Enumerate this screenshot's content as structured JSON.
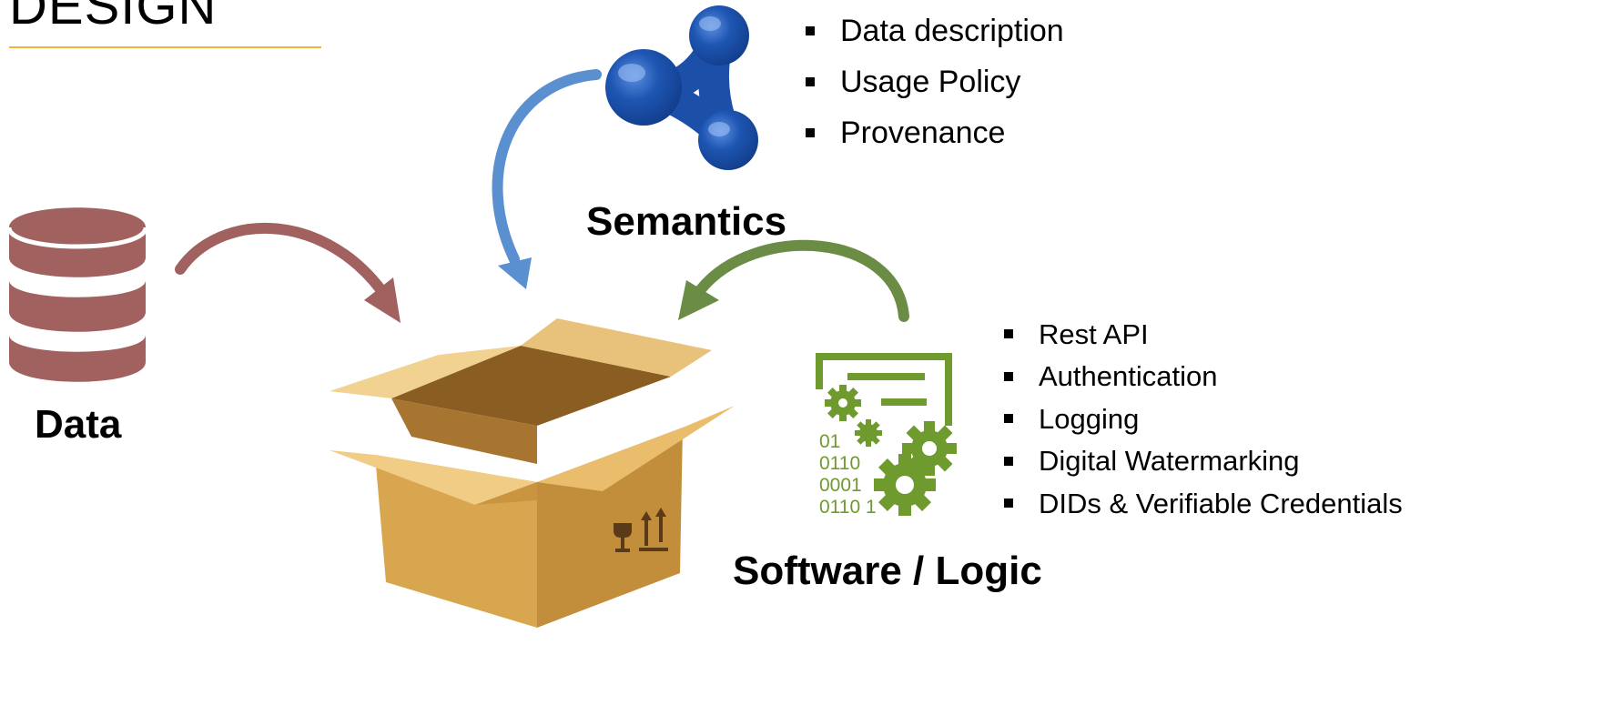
{
  "title": "DESIGN",
  "labels": {
    "data": "Data",
    "semantics": "Semantics",
    "software": "Software / Logic"
  },
  "semantics_items": [
    "Data description",
    "Usage Policy",
    "Provenance"
  ],
  "software_items": [
    "Rest API",
    "Authentication",
    "Logging",
    "Digital Watermarking",
    "DIDs & Verifiable Credentials"
  ],
  "binary_code": [
    "01",
    "0110",
    "0001",
    "0110 1"
  ],
  "colors": {
    "accent_rule": "#f0b33c",
    "data_red": "#a0615f",
    "semantic_blue": "#5a8fd0",
    "semantic_icon": "#1b4fa8",
    "software_green": "#6b8c45",
    "gear_green": "#6f9a2e",
    "box_tan": "#e2b45c"
  },
  "icons": [
    "database-icon",
    "semantic-network-icon",
    "software-gears-icon",
    "cardboard-box-icon"
  ]
}
